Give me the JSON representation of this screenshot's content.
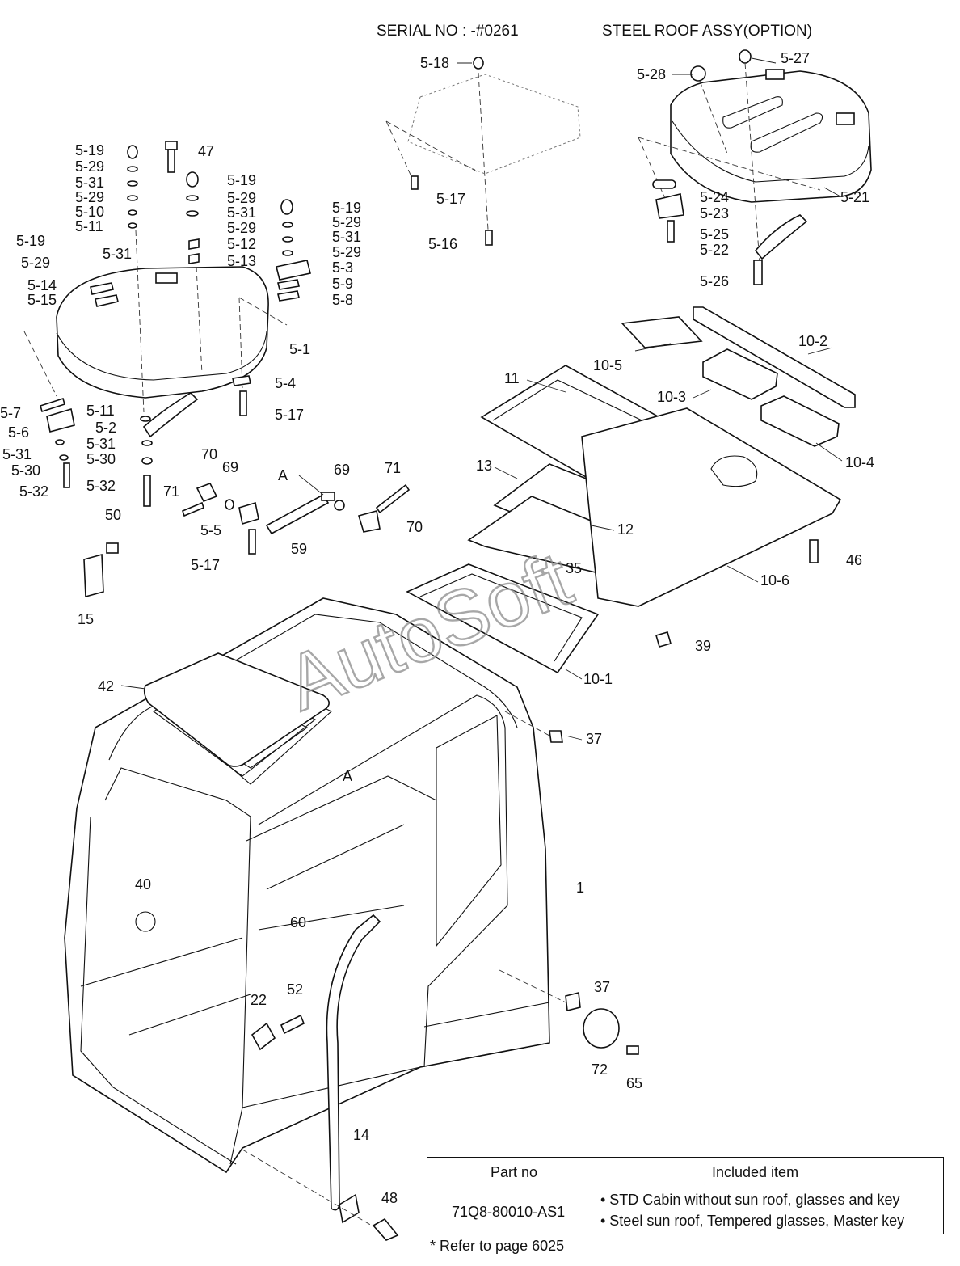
{
  "headers": {
    "serial": "SERIAL NO : -#0261",
    "steel_roof": "STEEL ROOF ASSY(OPTION)"
  },
  "watermark": "AutoSoft",
  "labels": {
    "serial_5_18": "5-18",
    "serial_5_17": "5-17",
    "serial_5_16": "5-16",
    "steel_5_28": "5-28",
    "steel_5_27": "5-27",
    "steel_5_24": "5-24",
    "steel_5_23": "5-23",
    "steel_5_25": "5-25",
    "steel_5_22": "5-22",
    "steel_5_21": "5-21",
    "steel_5_26": "5-26",
    "c1_a": "5-19",
    "c1_b": "5-29",
    "c1_c": "5-31",
    "c1_d": "5-29",
    "c1_e": "5-10",
    "c1_f": "5-11",
    "n47": "47",
    "c2_a": "5-19",
    "c2_b": "5-29",
    "c2_c": "5-31",
    "c2_d": "5-29",
    "c2_e": "5-12",
    "c2_f": "5-13",
    "c3_a": "5-19",
    "c3_b": "5-29",
    "c3_c": "5-31",
    "c3_d": "5-29",
    "c3_e": "5-3",
    "c3_f": "5-9",
    "c3_g": "5-8",
    "l5_19": "5-19",
    "l5_29": "5-29",
    "l5_31": "5-31",
    "l5_14": "5-14",
    "l5_15": "5-15",
    "l5_1": "5-1",
    "l5_4": "5-4",
    "l5_17": "5-17",
    "l5_7": "5-7",
    "l5_6": "5-6",
    "l5_11": "5-11",
    "l5_2": "5-2",
    "l5_31b": "5-31",
    "l5_30": "5-30",
    "l5_31c": "5-31",
    "l5_30b": "5-30",
    "l5_32": "5-32",
    "l5_32b": "5-32",
    "n70a": "70",
    "n69a": "69",
    "n71a": "71",
    "lA1": "A",
    "n69b": "69",
    "n71b": "71",
    "l5_5": "5-5",
    "n70b": "70",
    "n59": "59",
    "l5_17b": "5-17",
    "n50": "50",
    "n15": "15",
    "n10_2": "10-2",
    "n10_5": "10-5",
    "n11": "11",
    "n10_3": "10-3",
    "n10_4": "10-4",
    "n13": "13",
    "n12": "12",
    "n35": "35",
    "n46": "46",
    "n10_6": "10-6",
    "n39": "39",
    "n10_1": "10-1",
    "n42": "42",
    "n37a": "37",
    "lA2": "A",
    "n1": "1",
    "n40": "40",
    "n60": "60",
    "n37b": "37",
    "n22": "22",
    "n52": "52",
    "n72": "72",
    "n65": "65",
    "n14": "14",
    "n48": "48"
  },
  "table": {
    "col_part": "Part no",
    "col_included": "Included item",
    "part_no": "71Q8-80010-AS1",
    "items": [
      "• STD Cabin without sun roof, glasses and key",
      "• Steel sun roof, Tempered glasses, Master key"
    ]
  },
  "footnote": "* Refer to page 6025"
}
